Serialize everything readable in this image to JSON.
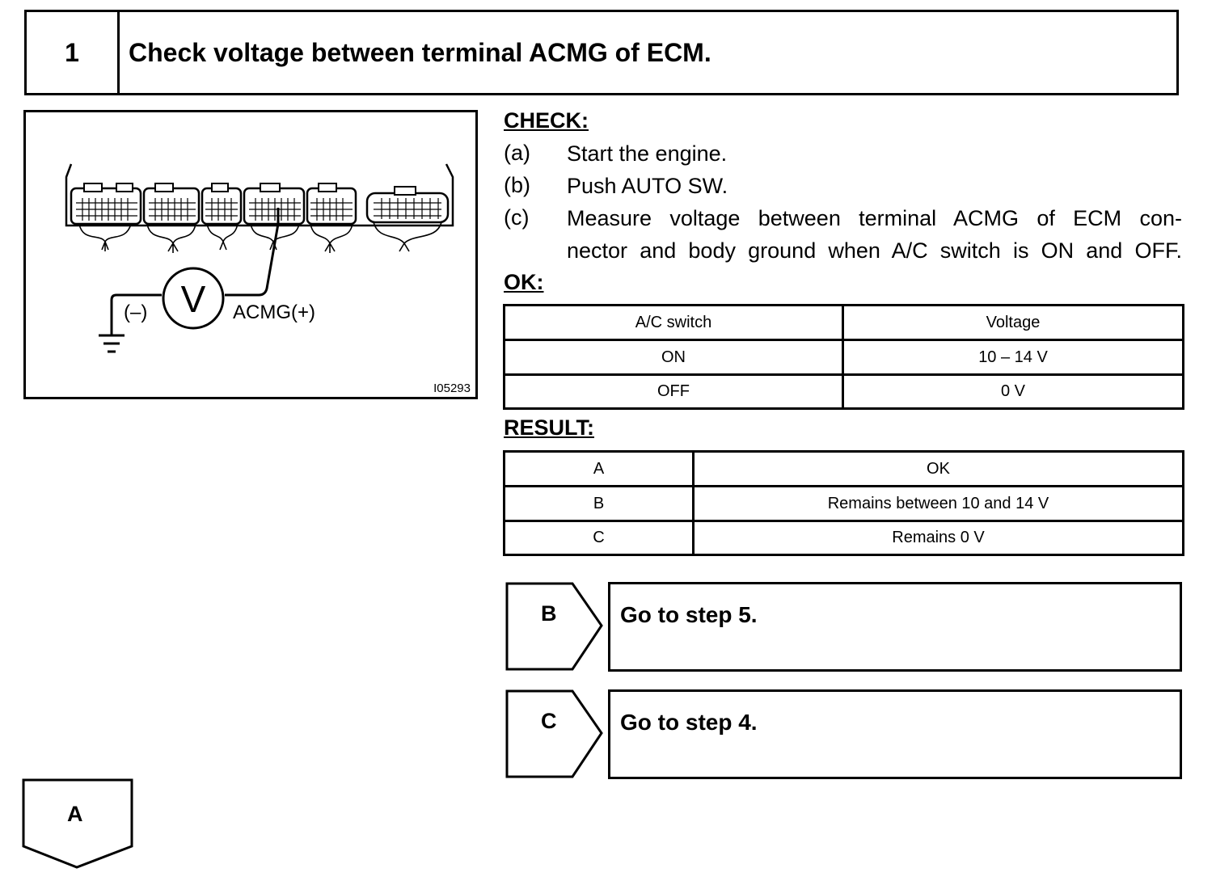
{
  "step": {
    "number": "1",
    "title": "Check voltage between terminal ACMG of ECM."
  },
  "illustration": {
    "meter_symbol": "V",
    "negative_label": "(–)",
    "positive_label": "ACMG(+)",
    "figure_code": "I05293"
  },
  "check": {
    "heading": "CHECK:",
    "steps": [
      {
        "letter": "(a)",
        "text": "Start the engine."
      },
      {
        "letter": "(b)",
        "text": "Push AUTO SW."
      },
      {
        "letter": "(c)",
        "line1": "Measure voltage between terminal ACMG of ECM con-",
        "line2": "nector and body ground when A/C switch is ON and OFF."
      }
    ]
  },
  "ok": {
    "heading": "OK:",
    "table": {
      "headers": [
        "A/C switch",
        "Voltage"
      ],
      "rows": [
        [
          "ON",
          "10 – 14 V"
        ],
        [
          "OFF",
          "0 V"
        ]
      ]
    }
  },
  "result": {
    "heading": "RESULT:",
    "rows": [
      [
        "A",
        "OK"
      ],
      [
        "B",
        "Remains between 10 and 14 V"
      ],
      [
        "C",
        "Remains 0 V"
      ]
    ]
  },
  "outcomes": [
    {
      "tag": "B",
      "text": "Go to step 5."
    },
    {
      "tag": "C",
      "text": "Go to step 4."
    }
  ],
  "next_tag": "A"
}
